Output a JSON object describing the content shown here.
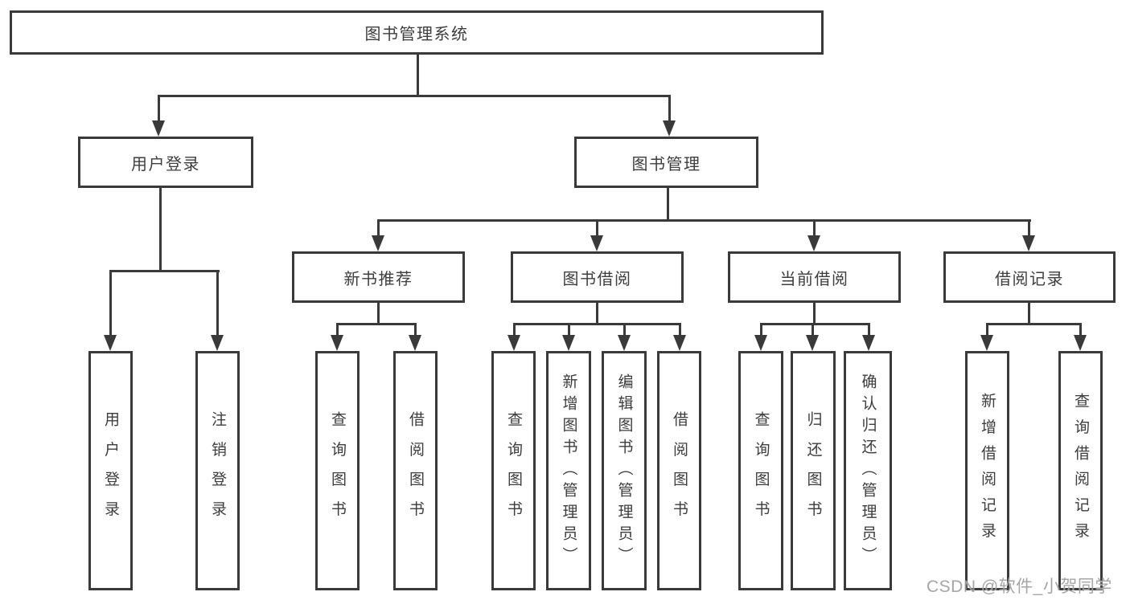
{
  "diagram": {
    "root": {
      "label": "图书管理系统"
    },
    "branches": [
      {
        "label": "用户登录",
        "children": [
          {
            "label": "用户登录"
          },
          {
            "label": "注销登录"
          }
        ]
      },
      {
        "label": "图书管理",
        "children": [
          {
            "label": "新书推荐",
            "children": [
              {
                "label": "查询图书"
              },
              {
                "label": "借阅图书"
              }
            ]
          },
          {
            "label": "图书借阅",
            "children": [
              {
                "label": "查询图书"
              },
              {
                "label": "新增图书（管理员）"
              },
              {
                "label": "编辑图书（管理员）"
              },
              {
                "label": "借阅图书"
              }
            ]
          },
          {
            "label": "当前借阅",
            "children": [
              {
                "label": "查询图书"
              },
              {
                "label": "归还图书"
              },
              {
                "label": "确认归还（管理员）"
              }
            ]
          },
          {
            "label": "借阅记录",
            "children": [
              {
                "label": "新增借阅记录"
              },
              {
                "label": "查询借阅记录"
              }
            ]
          }
        ]
      }
    ]
  },
  "watermark": {
    "text": "CSDN @软件_小贺同学"
  },
  "colors": {
    "line": "#3a3a3a",
    "box_border": "#3a3a3a",
    "text": "#3d3d3d",
    "background": "#ffffff",
    "watermark": "#9c9c9c"
  }
}
